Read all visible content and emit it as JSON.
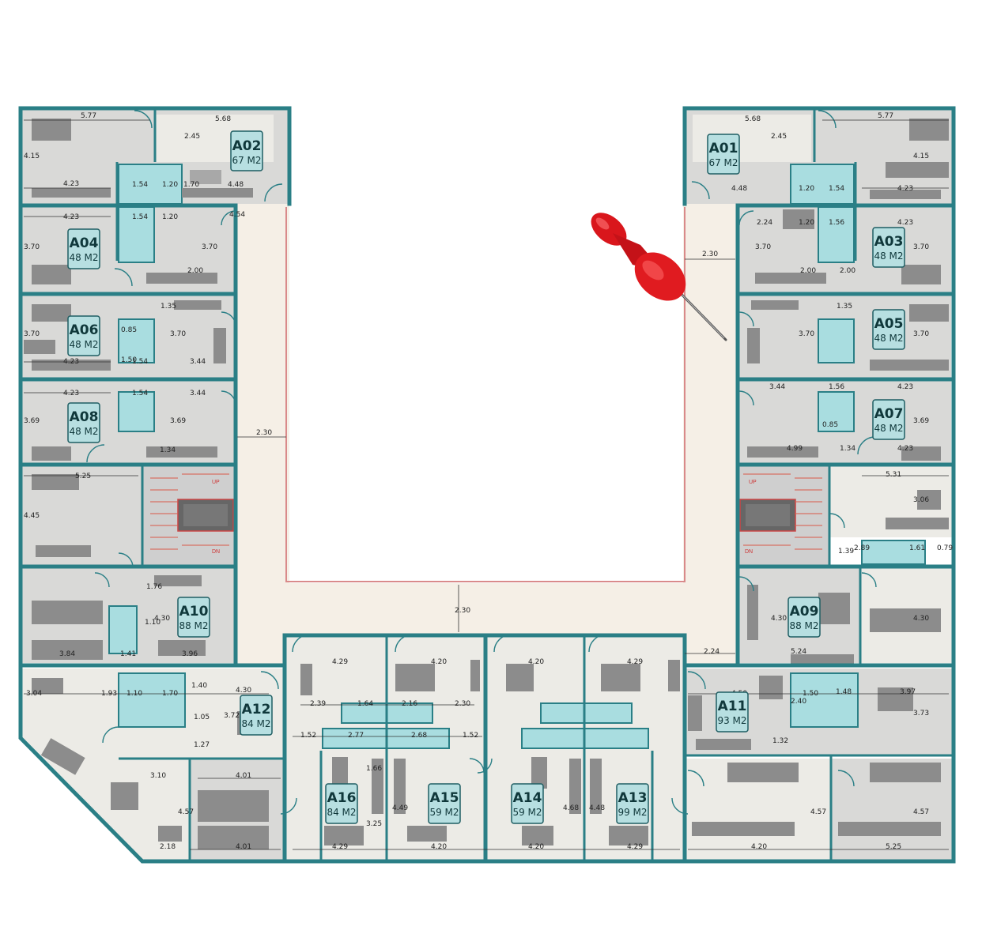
{
  "units": [
    {
      "id": "A01",
      "area": "67 M2"
    },
    {
      "id": "A02",
      "area": "67 M2"
    },
    {
      "id": "A03",
      "area": "48 M2"
    },
    {
      "id": "A04",
      "area": "48 M2"
    },
    {
      "id": "A05",
      "area": "48 M2"
    },
    {
      "id": "A06",
      "area": "48 M2"
    },
    {
      "id": "A07",
      "area": "48 M2"
    },
    {
      "id": "A08",
      "area": "48 M2"
    },
    {
      "id": "A09",
      "area": "88 M2"
    },
    {
      "id": "A10",
      "area": "88 M2"
    },
    {
      "id": "A11",
      "area": "93 M2"
    },
    {
      "id": "A12",
      "area": "84 M2"
    },
    {
      "id": "A13",
      "area": "99 M2"
    },
    {
      "id": "A14",
      "area": "59 M2"
    },
    {
      "id": "A15",
      "area": "59 M2"
    },
    {
      "id": "A16",
      "area": "84 M2"
    }
  ],
  "dimensions": [
    "5.77",
    "5.68",
    "4.15",
    "2.45",
    "4.23",
    "1.54",
    "1.20",
    "1.70",
    "4.48",
    "4.54",
    "3.70",
    "2.00",
    "1.35",
    "0.85",
    "1.50",
    "3.44",
    "1.34",
    "3.69",
    "2.30",
    "5.25",
    "4.45",
    "1.76",
    "4.30",
    "1.10",
    "3.84",
    "1.41",
    "3.96",
    "1.40",
    "1.93",
    "3.04",
    "1.05",
    "3.72",
    "1.27",
    "3.10",
    "4.01",
    "2.18",
    "4.57",
    "4.29",
    "2.39",
    "1.64",
    "2.16",
    "1.52",
    "2.77",
    "2.68",
    "4.20",
    "1.66",
    "3.25",
    "4.49",
    "4.68",
    "4.48",
    "5.31",
    "3.06",
    "2.89",
    "1.61",
    "0.79",
    "1.39",
    "5.24",
    "2.24",
    "4.50",
    "2.40",
    "1.48",
    "3.97",
    "3.73",
    "5.25",
    "1.56",
    "4.99",
    "1.32"
  ],
  "stair_labels": [
    "UP",
    "DN"
  ],
  "pin_icon": "red-pushpin-icon"
}
